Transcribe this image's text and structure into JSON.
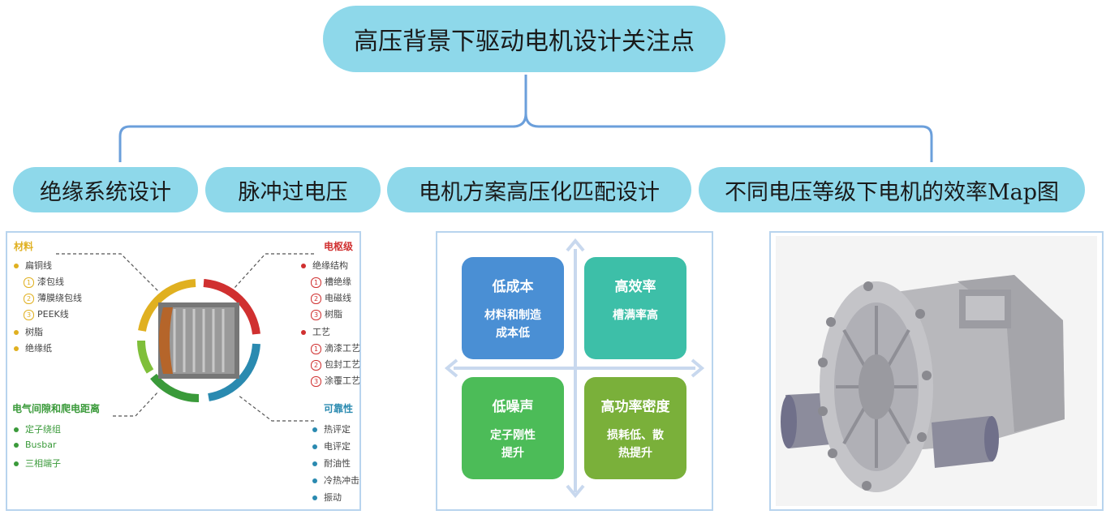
{
  "title": "高压背景下驱动电机设计关注点",
  "categories": [
    {
      "label": "绝缘系统设计"
    },
    {
      "label": "脉冲过电压"
    },
    {
      "label": "电机方案高压化匹配设计"
    },
    {
      "label": "不同电压等级下电机的效率Map图"
    }
  ],
  "insulation": {
    "materials": {
      "header": "材料",
      "items": [
        {
          "text": "扁铜线",
          "marker": "dot"
        },
        {
          "text": "漆包线",
          "marker": "1"
        },
        {
          "text": "薄膜绕包线",
          "marker": "2"
        },
        {
          "text": "PEEK线",
          "marker": "3"
        },
        {
          "text": "树脂",
          "marker": "dot"
        },
        {
          "text": "绝缘纸",
          "marker": "dot"
        }
      ]
    },
    "armature": {
      "header": "电枢级",
      "items": [
        {
          "text": "绝缘结构",
          "marker": "dot"
        },
        {
          "text": "槽绝缘",
          "marker": "1"
        },
        {
          "text": "电磁线",
          "marker": "2"
        },
        {
          "text": "树脂",
          "marker": "3"
        },
        {
          "text": "工艺",
          "marker": "dot"
        },
        {
          "text": "滴漆工艺",
          "marker": "1"
        },
        {
          "text": "包封工艺",
          "marker": "2"
        },
        {
          "text": "涂覆工艺",
          "marker": "3"
        }
      ]
    },
    "clearance": {
      "header": "电气间隙和爬电距离",
      "items": [
        {
          "text": "定子绕组",
          "marker": "dot"
        },
        {
          "text": "Busbar",
          "marker": "dot"
        },
        {
          "text": "三相端子",
          "marker": "dot"
        }
      ]
    },
    "reliability": {
      "header": "可靠性",
      "items": [
        {
          "text": "热评定",
          "marker": "dot"
        },
        {
          "text": "电评定",
          "marker": "dot"
        },
        {
          "text": "耐油性",
          "marker": "dot"
        },
        {
          "text": "冷热冲击",
          "marker": "dot"
        },
        {
          "text": "振动",
          "marker": "dot"
        }
      ]
    },
    "colors": {
      "materials": "#e0b020",
      "armature": "#d03030",
      "clearance": "#3a9a3a",
      "reliability": "#2a8ab0"
    }
  },
  "quadrants": [
    {
      "title": "低成本",
      "body": "材料和制造\n成本低",
      "color": "#4a8fd4"
    },
    {
      "title": "高效率",
      "body": "槽满率高",
      "color": "#3dbfa8"
    },
    {
      "title": "低噪声",
      "body": "定子刚性\n提升",
      "color": "#4cbc58"
    },
    {
      "title": "高功率密度",
      "body": "损耗低、散\n热提升",
      "color": "#7ab03a"
    }
  ]
}
